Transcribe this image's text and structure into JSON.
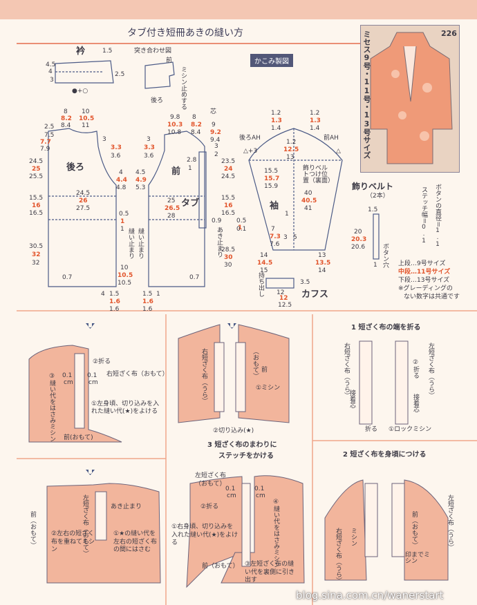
{
  "title": "タブ付き短冊あきの縫い方",
  "frame_label": "かこみ製図",
  "top": {
    "collar": {
      "label": "衿",
      "n1": "1.5",
      "n2": "4.5",
      "n3": "4",
      "n4": "3",
      "n5": "2.5",
      "formula": "●+○"
    },
    "mate_diagram": {
      "label": "突き合わせ図",
      "front": "前",
      "back": "後ろ",
      "stitch": "ミシン止めする"
    },
    "back_bodice": {
      "label": "後ろ",
      "n_8": "8",
      "n_82": "8.2",
      "n_84": "8.4",
      "n_10": "10",
      "n_105": "10.5",
      "n_11": "11",
      "n_25": "2.5",
      "n_3": "3",
      "n_77": "7.7",
      "n_79": "7.9",
      "n_75": "7.5",
      "n_245": "24.5",
      "n_25b": "25",
      "n_255": "25.5",
      "n_155": "15.5",
      "n_16": "16",
      "n_165": "16.5",
      "n_305": "30.5",
      "n_32": "32",
      "n_32b": "32",
      "n_h245": "24.5",
      "n_h26": "26",
      "n_h275": "27.5",
      "n_33": "3.3",
      "n_36": "3.6",
      "n_4": "4",
      "n_44": "4.4",
      "n_48": "4.8",
      "n_05": "0.5",
      "n_1": "1",
      "n_1b": "1",
      "n_b10": "10",
      "n_b105": "10.5",
      "n_b105b": "10.5",
      "n_07": "0.7",
      "n_b4": "4",
      "n_b15": "1.5",
      "n_b16": "1.6",
      "n_b16b": "1.6",
      "side_note": "縫い止まり"
    },
    "front_bodice": {
      "label": "前",
      "tab": "タブ",
      "core": "芯",
      "n_98": "9.8",
      "n_103": "10.3",
      "n_108": "10.8",
      "n_8": "8",
      "n_82": "8.2",
      "n_84": "8.4",
      "n_9": "9",
      "n_92": "9.2",
      "n_94": "9.4",
      "n_3": "3",
      "n_33": "3.3",
      "n_36": "3.6",
      "n_45": "4.5",
      "n_49": "4.9",
      "n_53": "5.3",
      "n_235": "23.5",
      "n_24": "24",
      "n_245": "24.5",
      "n_25": "25",
      "n_265": "26.5",
      "n_28": "28",
      "n_155": "15.5",
      "n_16": "16",
      "n_165": "16.5",
      "n_285": "28.5",
      "n_30": "30",
      "n_30b": "30",
      "n_28b": "2.8",
      "n_1": "1",
      "n_3b": "3",
      "n_2": "2",
      "n_09": "0.9",
      "n_01": "0.1",
      "n_05": "0.5",
      "n_1b": "1",
      "n_15": "1.5",
      "n_16b": "1.6",
      "n_16c": "1.6",
      "n_f1": "1",
      "n_07": "0.7",
      "slit_note": "あき止まり",
      "side_note": "縫い止まり"
    },
    "sleeve": {
      "label": "袖",
      "back_ah": "後ろAH",
      "front_ah": "前AH",
      "minus3": "△+3",
      "mark": "△",
      "n_12": "1.2",
      "n_13": "1.3",
      "n_14": "1.4",
      "n_12b": "1.2",
      "n_13b": "1.3",
      "n_14b": "1.4",
      "n_125": "12.5",
      "n_13c": "13",
      "n_155": "15.5",
      "n_157": "15.7",
      "n_159": "15.9",
      "n_40": "40",
      "n_405": "40.5",
      "n_41": "41",
      "n_7": "7",
      "n_73": "7.3",
      "n_76": "7.6",
      "n_14c": "14",
      "n_145": "14.5",
      "n_15": "15",
      "n_13d": "13",
      "n_135": "13.5",
      "n_14d": "14",
      "n_1": "1",
      "n_3": "3",
      "n_5": "5",
      "belt_note": "飾りベルトつけ位置（裏面）",
      "take_out": "持ち出し"
    },
    "cuff": {
      "label": "カフス",
      "n_35": "3.5",
      "n_12": "12",
      "n_12b": "12",
      "n_125": "12.5"
    },
    "belt": {
      "label": "飾りベルト",
      "count": "（2本）",
      "button_note": "ボタンの直径＝1.1",
      "stitch_note": "ステッチ幅＝0.1",
      "hole": "ボタン穴",
      "n_15": "1.5",
      "n_20": "20",
      "n_203": "20.3",
      "n_206": "20.6",
      "n_1": "1"
    },
    "legend": {
      "upper": "上段…9号サイズ",
      "middle": "中段…11号サイズ",
      "lower": "下段…13号サイズ",
      "note1": "※グレーディングの",
      "note2": "ない数字は共通です"
    },
    "photo": {
      "number": "226",
      "caption": "ミセス9号・11号・13号サイズ"
    }
  },
  "steps": {
    "s1": {
      "title": "1 短ざく布の端を折る",
      "left_label": "右短ざく布（うら）",
      "right_label": "左短ざく布（うら）",
      "fold": "②折る",
      "interfacing": "接着芯",
      "interfacing2": "接着芯",
      "fold2": "折る",
      "lock": "①ロックミシン"
    },
    "s2": {
      "title": "2 短ざく布を身頃につける",
      "left_label": "右短ざく布（うら）",
      "right_label": "左短ざく布（うら）",
      "front": "前（おもて）",
      "stitch": "ミシン",
      "mark_stitch": "印までミシン"
    },
    "s3": {
      "title": "3 短ざく布のまわりに",
      "title2": "ステッチをかける",
      "left_label": "左短ざく布（おもて）",
      "fold": "②折る",
      "d01": "0.1",
      "cm": "cm",
      "d01b": "0.1",
      "cmb": "cm",
      "body_note": "①右身頃、切り込みを入れた縫い代(★)をよける",
      "stitch_note": "④縫い代をはさみミシン",
      "front": "前（おもて）",
      "pull_note": "③左短ざく布の縫い代を裏側に引き出す"
    },
    "left1": {
      "fold": "②折る",
      "label": "右短ざく布（おもて）",
      "d01": "0.1",
      "cm": "cm",
      "d01b": "0.1",
      "cmb": "cm",
      "body_note": "①左身頃、切り込みを入れた縫い代(★)をよける",
      "stitch_note": "③縫い代をはさみミシン",
      "front": "前(おもて)"
    },
    "mid1": {
      "label_l": "右短ざく布（うら）",
      "label_r": "（おもて）",
      "front": "前",
      "stitch": "①ミシン",
      "cut": "②切り込み(★)"
    },
    "left2": {
      "label": "左短ざく布（おもて）",
      "slit": "あき止まり",
      "front": "前（おもて）",
      "note_l": "②左右の短ざく布を重ねてミシン",
      "note_r": "①★の縫い代を左右の短ざく布の間にはさむ"
    }
  },
  "watermark": "blog.sina.com.cn/wanerstart",
  "colors": {
    "salmon": "#f2b59c",
    "accent": "#e2542b",
    "navy": "#525778"
  }
}
